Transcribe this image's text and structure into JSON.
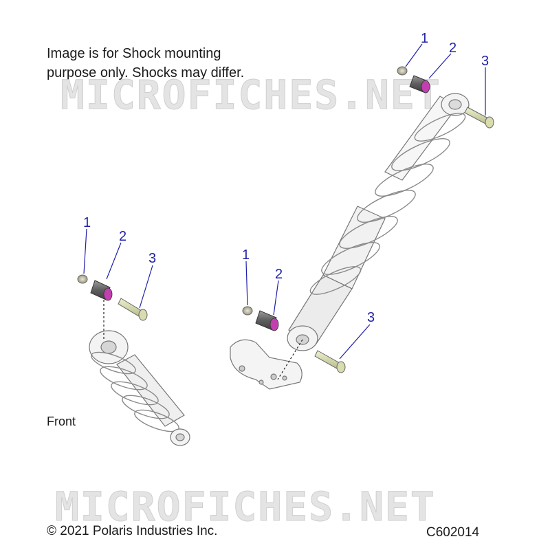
{
  "note": {
    "line1": "Image is for Shock mounting",
    "line2": "purpose only. Shocks may differ."
  },
  "watermark": "MICROFICHES.NET",
  "front_label": "Front",
  "copyright": "© 2021 Polaris Industries Inc.",
  "diagram_code": "C602014",
  "callouts": [
    {
      "id": "rear-1",
      "text": "1"
    },
    {
      "id": "rear-2",
      "text": "2"
    },
    {
      "id": "rear-3",
      "text": "3"
    },
    {
      "id": "front-1",
      "text": "1"
    },
    {
      "id": "front-2",
      "text": "2"
    },
    {
      "id": "front-3",
      "text": "3"
    },
    {
      "id": "mid-1",
      "text": "1"
    },
    {
      "id": "mid-2",
      "text": "2"
    },
    {
      "id": "mid-3",
      "text": "3"
    }
  ],
  "colors": {
    "callout": "#1f1fa8",
    "bushing_insert": "#c23fb0",
    "bolt": "#d8dcae",
    "part_outline": "#555555"
  }
}
